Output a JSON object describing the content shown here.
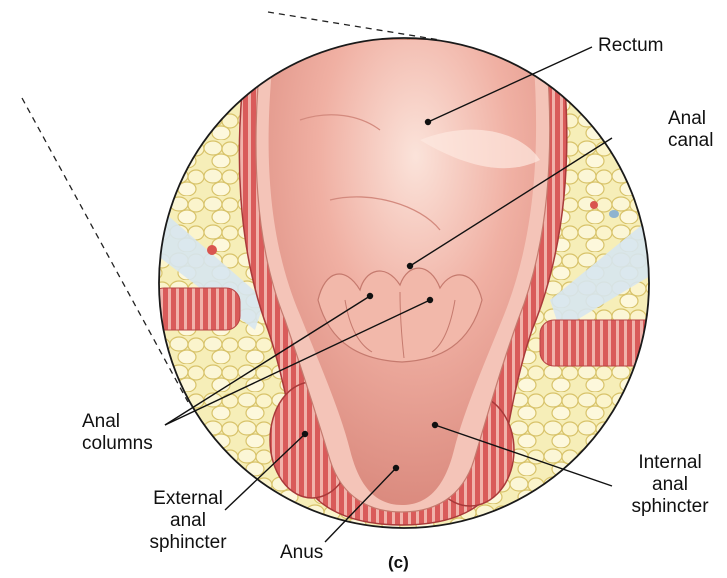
{
  "labels": {
    "rectum": [
      "Rectum"
    ],
    "anal_canal": [
      "Anal",
      "canal"
    ],
    "anal_columns": [
      "Anal",
      "columns"
    ],
    "external_anal_sphincter": [
      "External",
      "anal",
      "sphincter"
    ],
    "anus": [
      "Anus"
    ],
    "internal_anal_sphincter": [
      "Internal",
      "anal",
      "sphincter"
    ],
    "panel": "(c)"
  },
  "colors": {
    "mucosa": "#e9a296",
    "mucosa_highlight": "#f7d6cc",
    "muscle": "#d9585a",
    "fat": "#f2e7a8",
    "fascia": "#cfe0ec",
    "outline": "#1a1a1a"
  }
}
